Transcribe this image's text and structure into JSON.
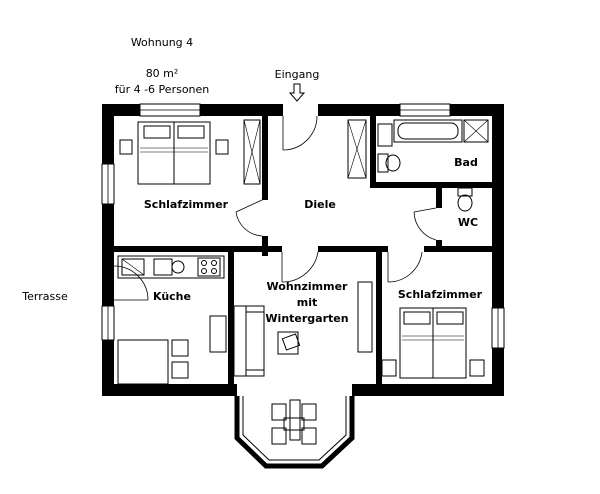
{
  "header": {
    "apartment": "Wohnung 4",
    "area": "80 m²",
    "persons": "für 4 -6 Personen"
  },
  "entrance": {
    "label": "Eingang"
  },
  "outside": {
    "terrace": "Terrasse"
  },
  "rooms": {
    "bedroom_1": "Schlafzimmer",
    "hall": "Diele",
    "bathroom": "Bad",
    "wc": "WC",
    "kitchen": "Küche",
    "living_line1": "Wohnzimmer",
    "living_line2": "mit",
    "living_line3": "Wintergarten",
    "bedroom_2": "Schlafzimmer"
  }
}
